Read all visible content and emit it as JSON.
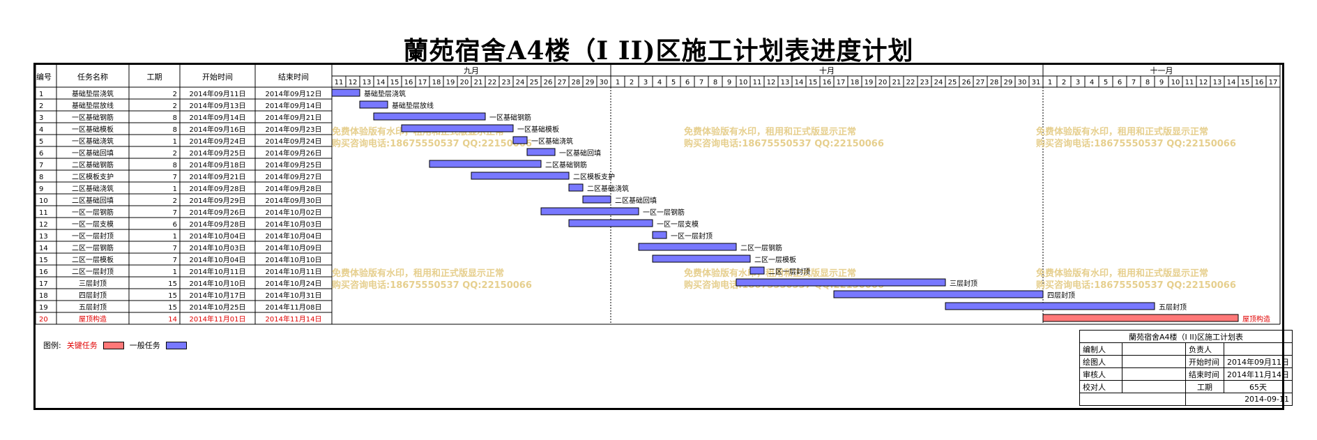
{
  "title": "蘭苑宿舍A4楼（I II)区施工计划表进度计划",
  "header": {
    "col_no": "编号",
    "col_name": "任务名称",
    "col_dur": "工期",
    "col_start": "开始时间",
    "col_end": "结束时间"
  },
  "months": [
    {
      "label": "九月",
      "days": [
        11,
        12,
        13,
        14,
        15,
        16,
        17,
        18,
        19,
        20,
        21,
        22,
        23,
        24,
        25,
        26,
        27,
        28,
        29,
        30
      ]
    },
    {
      "label": "十月",
      "days": [
        1,
        2,
        3,
        4,
        5,
        6,
        7,
        8,
        9,
        10,
        11,
        12,
        13,
        14,
        15,
        16,
        17,
        18,
        19,
        20,
        21,
        22,
        23,
        24,
        25,
        26,
        27,
        28,
        29,
        30,
        31
      ]
    },
    {
      "label": "十一月",
      "days": [
        1,
        2,
        3,
        4,
        5,
        6,
        7,
        8,
        9,
        10,
        11,
        12,
        13,
        14,
        15,
        16,
        17
      ]
    }
  ],
  "tasks": [
    {
      "no": "1",
      "name": "基础垫层浇筑",
      "dur": "2",
      "start": "2014年09月11日",
      "end": "2014年09月12日",
      "s": 0,
      "d": 2,
      "critical": false
    },
    {
      "no": "2",
      "name": "基础垫层放线",
      "dur": "2",
      "start": "2014年09月13日",
      "end": "2014年09月14日",
      "s": 2,
      "d": 2,
      "critical": false
    },
    {
      "no": "3",
      "name": "一区基础钢筋",
      "dur": "8",
      "start": "2014年09月14日",
      "end": "2014年09月21日",
      "s": 3,
      "d": 8,
      "critical": false
    },
    {
      "no": "4",
      "name": "一区基础模板",
      "dur": "8",
      "start": "2014年09月16日",
      "end": "2014年09月23日",
      "s": 5,
      "d": 8,
      "critical": false
    },
    {
      "no": "5",
      "name": "一区基础浇筑",
      "dur": "1",
      "start": "2014年09月24日",
      "end": "2014年09月24日",
      "s": 13,
      "d": 1,
      "critical": false
    },
    {
      "no": "6",
      "name": "一区基础回填",
      "dur": "2",
      "start": "2014年09月25日",
      "end": "2014年09月26日",
      "s": 14,
      "d": 2,
      "critical": false
    },
    {
      "no": "7",
      "name": "二区基础钢筋",
      "dur": "8",
      "start": "2014年09月18日",
      "end": "2014年09月25日",
      "s": 7,
      "d": 8,
      "critical": false
    },
    {
      "no": "8",
      "name": "二区模板支护",
      "dur": "7",
      "start": "2014年09月21日",
      "end": "2014年09月27日",
      "s": 10,
      "d": 7,
      "critical": false
    },
    {
      "no": "9",
      "name": "二区基础浇筑",
      "dur": "1",
      "start": "2014年09月28日",
      "end": "2014年09月28日",
      "s": 17,
      "d": 1,
      "critical": false
    },
    {
      "no": "10",
      "name": "二区基础回填",
      "dur": "2",
      "start": "2014年09月29日",
      "end": "2014年09月30日",
      "s": 18,
      "d": 2,
      "critical": false
    },
    {
      "no": "11",
      "name": "一区一层钢筋",
      "dur": "7",
      "start": "2014年09月26日",
      "end": "2014年10月02日",
      "s": 15,
      "d": 7,
      "critical": false
    },
    {
      "no": "12",
      "name": "一区一层支模",
      "dur": "6",
      "start": "2014年09月28日",
      "end": "2014年10月03日",
      "s": 17,
      "d": 6,
      "critical": false
    },
    {
      "no": "13",
      "name": "一区一层封顶",
      "dur": "1",
      "start": "2014年10月04日",
      "end": "2014年10月04日",
      "s": 23,
      "d": 1,
      "critical": false
    },
    {
      "no": "14",
      "name": "二区一层钢筋",
      "dur": "7",
      "start": "2014年10月03日",
      "end": "2014年10月09日",
      "s": 22,
      "d": 7,
      "critical": false
    },
    {
      "no": "15",
      "name": "二区一层模板",
      "dur": "7",
      "start": "2014年10月04日",
      "end": "2014年10月10日",
      "s": 23,
      "d": 7,
      "critical": false
    },
    {
      "no": "16",
      "name": "二区一层封顶",
      "dur": "1",
      "start": "2014年10月11日",
      "end": "2014年10月11日",
      "s": 30,
      "d": 1,
      "critical": false
    },
    {
      "no": "17",
      "name": "三层封顶",
      "dur": "15",
      "start": "2014年10月10日",
      "end": "2014年10月24日",
      "s": 29,
      "d": 15,
      "critical": false
    },
    {
      "no": "18",
      "name": "四层封顶",
      "dur": "15",
      "start": "2014年10月17日",
      "end": "2014年10月31日",
      "s": 36,
      "d": 15,
      "critical": false
    },
    {
      "no": "19",
      "name": "五层封顶",
      "dur": "15",
      "start": "2014年10月25日",
      "end": "2014年11月08日",
      "s": 44,
      "d": 15,
      "critical": false
    },
    {
      "no": "20",
      "name": "屋顶构造",
      "dur": "14",
      "start": "2014年11月01日",
      "end": "2014年11月14日",
      "s": 51,
      "d": 14,
      "critical": true
    }
  ],
  "watermark": {
    "line1": "免费体验版有水印，租用和正式版显示正常",
    "line2": "购买咨询电话:18675550537 QQ:22150066"
  },
  "legend": {
    "label": "图例:",
    "critical": "关键任务",
    "normal": "一般任务"
  },
  "signoff": {
    "caption": "蘭苑宿舍A4楼（I II)区施工计划表",
    "editor": "编制人",
    "owner": "负责人",
    "drawer": "绘图人",
    "start_label": "开始时间",
    "start_value": "2014年09月11日",
    "reviewer": "审核人",
    "end_label": "结束时间",
    "end_value": "2014年11月14日",
    "checker": "校对人",
    "duration_label": "工期",
    "duration_value": "65天",
    "date": "2014-09-11"
  },
  "colors": {
    "normal_bar": "#7878ff",
    "critical_bar": "#ff7878",
    "critical_text": "#e00000",
    "watermark": "#e6cf8e"
  }
}
